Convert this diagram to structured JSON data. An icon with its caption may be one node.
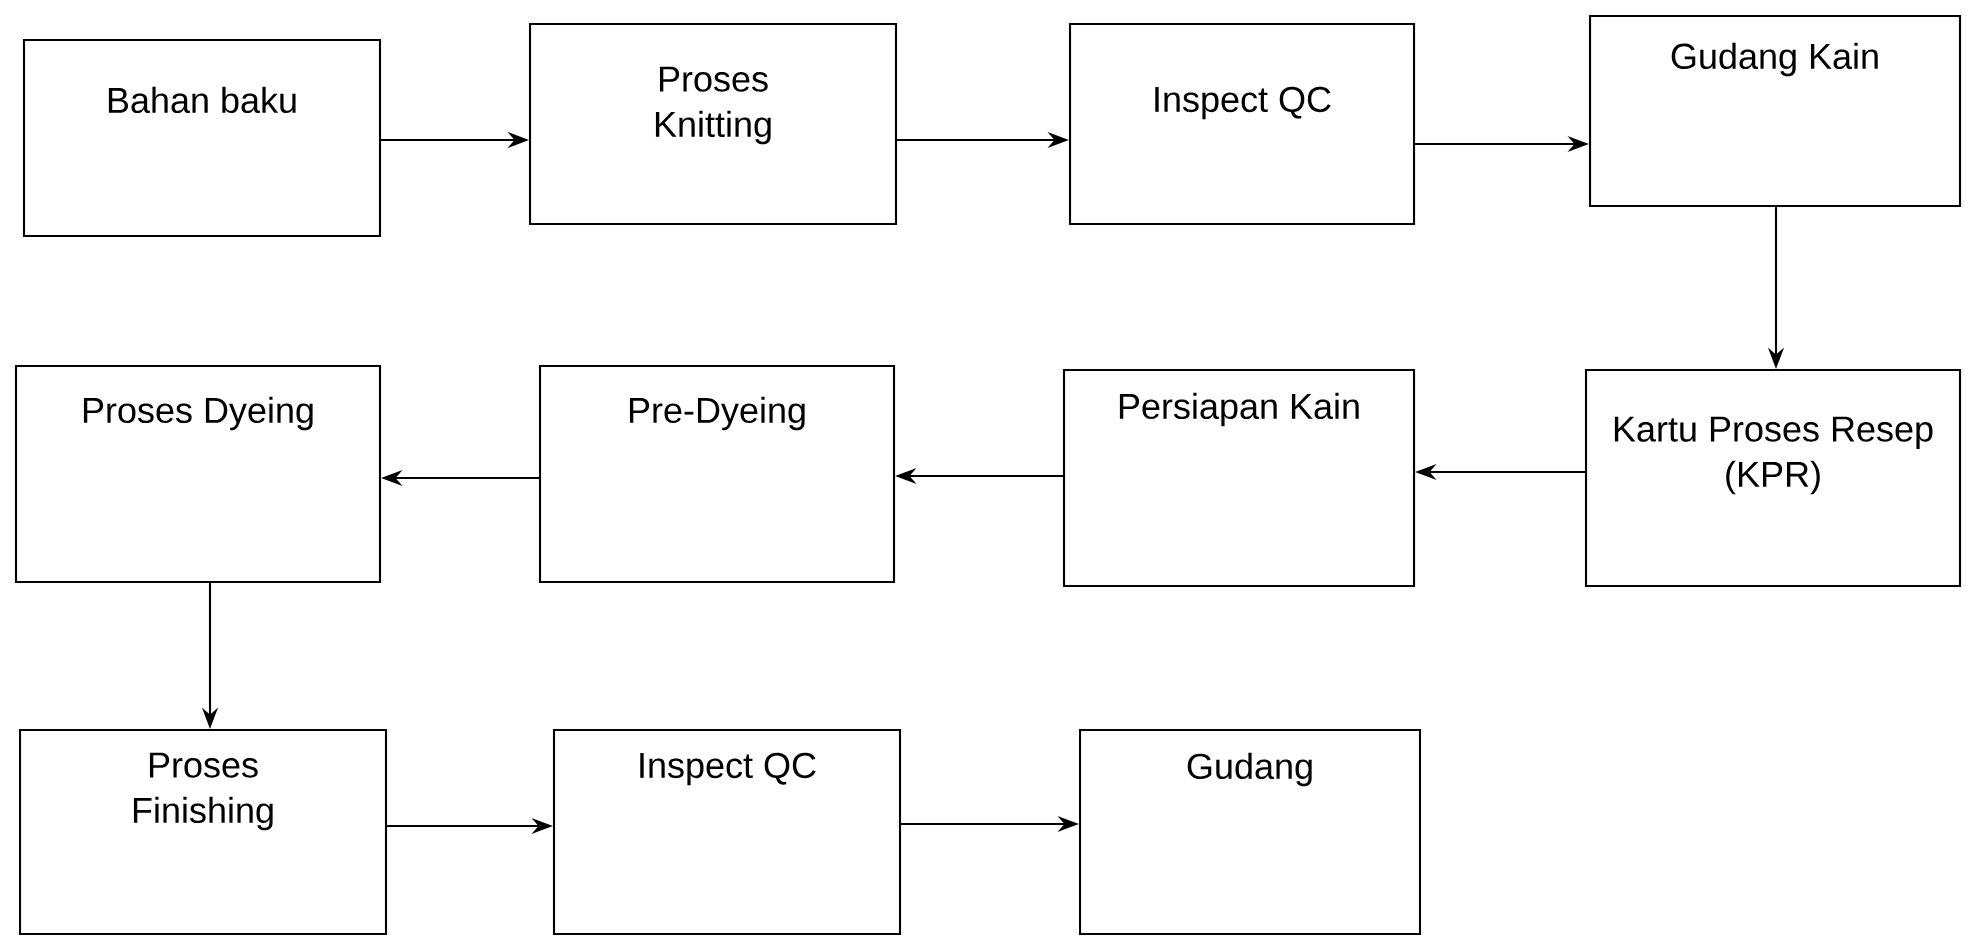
{
  "diagram": {
    "nodes": [
      {
        "text": [
          "Bahan baku"
        ]
      },
      {
        "text": [
          "Proses Knitting"
        ]
      },
      {
        "text": [
          "Inspect QC"
        ]
      },
      {
        "text": [
          "Gudang Kain"
        ]
      },
      {
        "text": [
          "Kartu Proses Resep (KPR)"
        ]
      },
      {
        "text": [
          "Persiapan Kain"
        ]
      },
      {
        "text": [
          "Pre-Dyeing"
        ]
      },
      {
        "text": [
          "Proses Dyeing"
        ]
      },
      {
        "text": [
          "Proses Finishing"
        ]
      },
      {
        "text": [
          "Inspect QC"
        ]
      },
      {
        "text": [
          "Gudang"
        ]
      }
    ],
    "edges": [
      {
        "from": 0,
        "to": 1,
        "arrow": "to"
      },
      {
        "from": 1,
        "to": 2,
        "arrow": "to"
      },
      {
        "from": 2,
        "to": 3,
        "arrow": "to"
      },
      {
        "from": 3,
        "to": 4,
        "arrow": "to"
      },
      {
        "from": 4,
        "to": 5,
        "arrow": "to"
      },
      {
        "from": 5,
        "to": 6,
        "arrow": "to"
      },
      {
        "from": 6,
        "to": 7,
        "arrow": "to"
      },
      {
        "from": 7,
        "to": 8,
        "arrow": "to"
      },
      {
        "from": 8,
        "to": 9,
        "arrow": "to"
      },
      {
        "from": 9,
        "to": 10,
        "arrow": "to"
      }
    ]
  }
}
